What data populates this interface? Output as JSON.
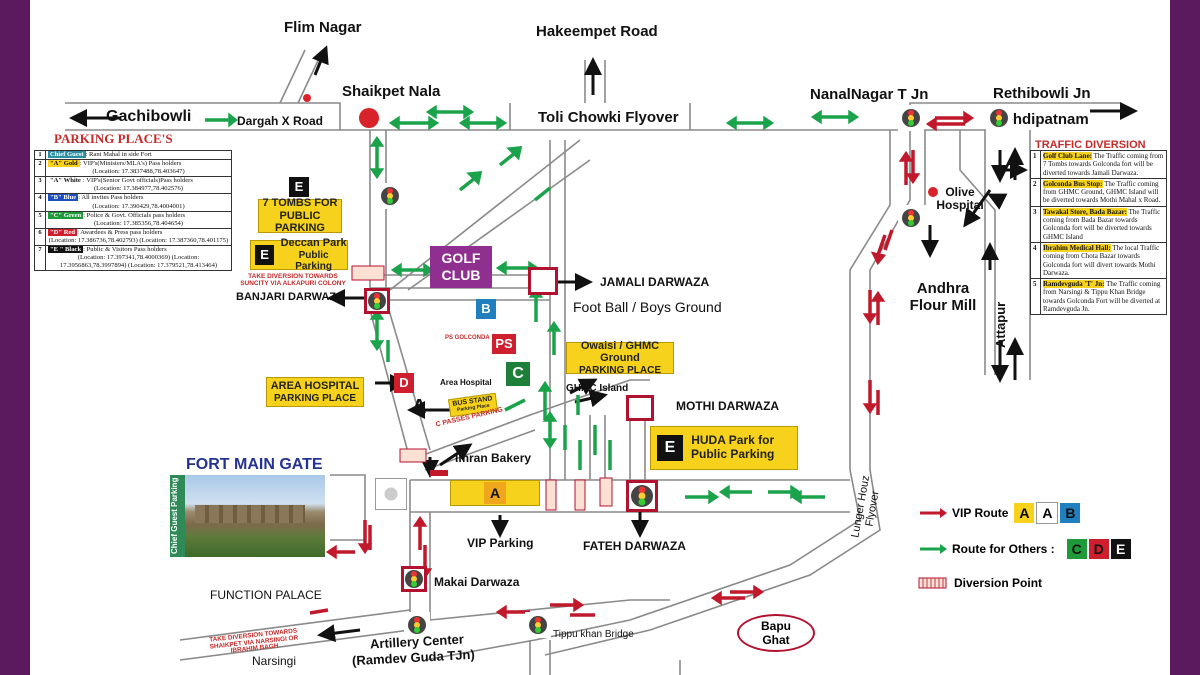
{
  "places": {
    "flim_nagar": "Flim Nagar",
    "hakeempet_road": "Hakeempet Road",
    "gachibowli": "Gachibowli",
    "dargah_x_road": "Dargah X Road",
    "shaikpet_nala": "Shaikpet Nala",
    "toli_chowki": "Toli Chowki Flyover",
    "nanalnagar": "NanalNagar T Jn",
    "rethibowli": "Rethibowli Jn",
    "mehdipatnam": "Mehdipatnam",
    "olive_hospital": "Olive Hospital",
    "andhra_flour_mill": "Andhra Flour Mill",
    "attapur": "Attapur",
    "jamali_darwaza": "JAMALI DARWAZA",
    "football_ground": "Foot Ball / Boys Ground",
    "banjari_darwaza": "BANJARI DARWAZA",
    "ps_golconda": "PS GOLCONDA",
    "area_hospital_small": "Area Hospital",
    "ghmc_island": "GHMC Island",
    "mothi_darwaza": "MOTHI DARWAZA",
    "imran_bakery": "Imran Bakery",
    "fort_main_gate": "FORT MAIN GATE",
    "vip_parking": "VIP Parking",
    "fateh_darwaza": "FATEH DARWAZA",
    "lunger_houz": "Lunger Houz Flyover",
    "makai_darwaza": "Makai Darwaza",
    "function_palace": "FUNCTION PALACE",
    "artillery_center": "Artillery Center",
    "ramdev_guda": "(Ramdev Guda TJn)",
    "tippu_khan": "Tippu khan Bridge",
    "narsingi": "Narsingi",
    "bapu_ghat": "Bapu Ghat",
    "chief_guest_parking": "Chief Guest Parking",
    "c_passes_parking": "C PASSES PARKING",
    "golf_club": "GOLF CLUB"
  },
  "parking_boxes": {
    "seven_tombs": {
      "tag": "E",
      "text": "7 TOMBS FOR PUBLIC PARKING"
    },
    "deccan_park": {
      "tag": "E",
      "title": "Deccan Park",
      "text": "Public Parking"
    },
    "area_hospital": {
      "title": "AREA HOSPITAL",
      "text": "PARKING PLACE"
    },
    "owaisi": {
      "title": "Owaisi / GHMC Ground",
      "text": "PARKING PLACE"
    },
    "huda": {
      "tag": "E",
      "title": "HUDA Park for",
      "text": "Public Parking"
    },
    "bus_stand": {
      "title": "BUS STAND",
      "text": "Parking Place"
    }
  },
  "tags": {
    "a_label": "A",
    "b_label": "B",
    "c_label": "C",
    "d_label": "D",
    "ps_label": "PS",
    "e_label": "E"
  },
  "diversion_notes": {
    "suncity": "TAKE DIVERSION TOWARDS SUNCITY VIA ALKAPURI COLONY",
    "shaikpet": "TAKE DIVERSION TOWARDS SHAIKPET VIA NARSINGI OR IBRAHIM BAGH"
  },
  "parking_table": {
    "title": "PARKING PLACE'S",
    "rows": [
      {
        "n": "1",
        "chip": "Chief Guest",
        "chip_color": "#2b8ea3",
        "chip_text": "#ffffff",
        "text": ": Rani Mahal in side Fort",
        "loc": ""
      },
      {
        "n": "2",
        "chip": "\"A\" Gold",
        "chip_color": "#f6d21d",
        "chip_text": "#111111",
        "text": ": VIP's(Ministers/MLA's) Pass holders",
        "loc": "(Location: 17.3837488,78.403647)"
      },
      {
        "n": "3",
        "chip": "\"A\" White",
        "chip_color": "#ffffff",
        "chip_text": "#111111",
        "text": ": VIP's(Senior Govt officials)Pass holders",
        "loc": "(Location: 17.384977,78.402576)"
      },
      {
        "n": "4",
        "chip": "\"B\" Blue",
        "chip_color": "#1f4fbf",
        "chip_text": "#ffffff",
        "text": ": All invites Pass holders",
        "loc": "(Location: 17.390429,78.4004001)"
      },
      {
        "n": "5",
        "chip": "\"C\" Green",
        "chip_color": "#1e9a3a",
        "chip_text": "#ffffff",
        "text": ": Police & Govt. Officials pass holders",
        "loc": "(Location: 17.385356,78.404654)"
      },
      {
        "n": "6",
        "chip": "\"D\" Red",
        "chip_color": "#cf1f2e",
        "chip_text": "#ffffff",
        "text": ": Awardees & Press pass holders",
        "loc": "(Location: 17.386736,78.402793) (Location: 17.387360,78.401175)"
      },
      {
        "n": "7",
        "chip": "\"E \" Black",
        "chip_color": "#111111",
        "chip_text": "#ffffff",
        "text": ": Public & Visitors Pass holders",
        "loc": "(Location: 17.397341,78.4000369) (Location: 17.3956863,78.3997894) (Location: 17.379521,78.413464)"
      }
    ]
  },
  "diversion_table": {
    "title": "TRAFFIC DIVERSION",
    "rows": [
      {
        "n": "1",
        "head": "Golf Club Lane:",
        "text": " The Traffic coming from 7 Tombs towards Golconda fort will be diverted towards Jamali Darwaza."
      },
      {
        "n": "2",
        "head": "Golconda Bus Stop:",
        "text": " The Traffic coming from GHMC Ground, GHMC Island will be diverted towards Mothi Mahal x Road."
      },
      {
        "n": "3",
        "head": "Tawakal Store, Bada Bazar:",
        "text": " The Traffic coming from Bada Bazar towards Golconda fort will be diverted towards GHMC Island"
      },
      {
        "n": "4",
        "head": "Ibrahim Medical Hall:",
        "text": " The local Traffic coming from Chota Bazar towards Golconda fort will divert towards Mothi Darwaza."
      },
      {
        "n": "5",
        "head": "Ramdevguda 'T' Jn:",
        "text": " The Traffic coming from Narsingi & Tippu Khan Bridge towards Golconda Fort will be diverted at Ramdevguda Jn."
      }
    ]
  },
  "legend": {
    "vip_route": "VIP Route",
    "others_route": "Route for Others :",
    "diversion_point": "Diversion Point",
    "vip_chips": [
      "A",
      "A",
      "B"
    ],
    "other_chips": [
      "C",
      "D",
      "E"
    ]
  },
  "colors": {
    "frame": "#5b1a5e",
    "route_red": "#c0192c",
    "route_green": "#1aa34a",
    "parking_yellow": "#f6d21d",
    "road": "#8a8a8a",
    "golf": "#8f2f8f"
  }
}
